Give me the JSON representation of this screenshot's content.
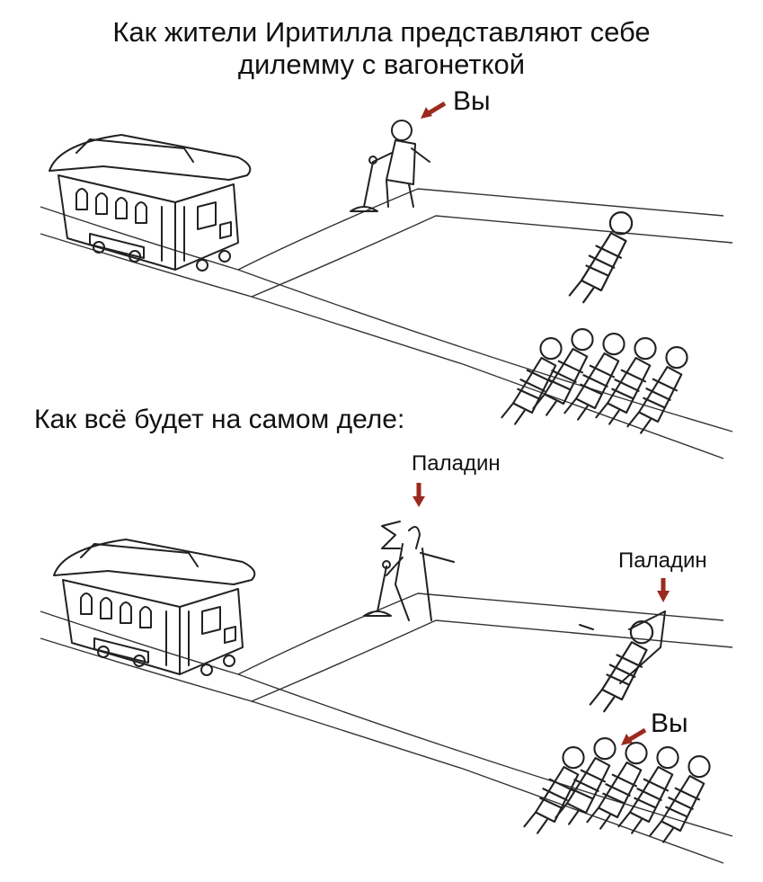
{
  "title": {
    "line1": "Как жители Иритилла представляют себе",
    "line2": "дилемму с вагонеткой"
  },
  "panel1": {
    "you_label": "Вы"
  },
  "panel2": {
    "heading": "Как всё будет на самом деле:",
    "paladin_label_lever": "Паладин",
    "paladin_label_track": "Паладин",
    "you_label": "Вы"
  },
  "colors": {
    "arrow": "#9b2a1f",
    "ink": "#222222"
  }
}
